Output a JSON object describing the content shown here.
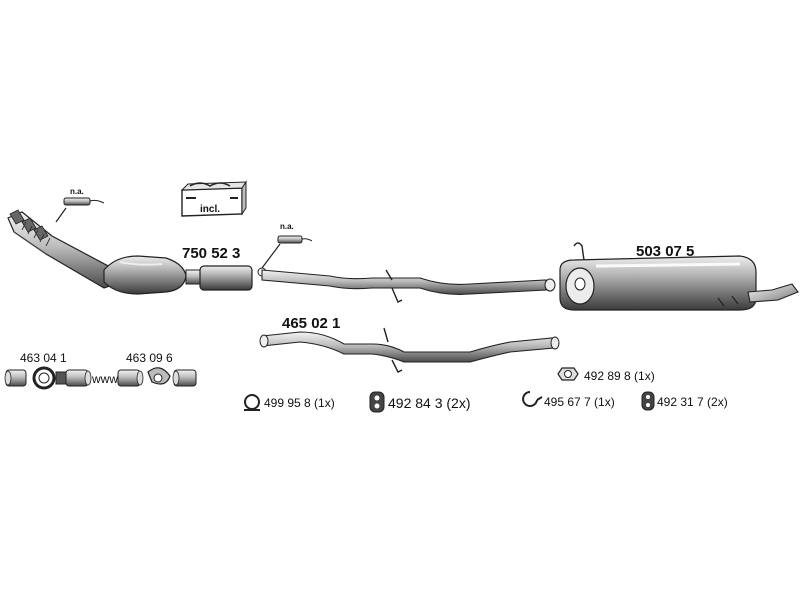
{
  "labels": {
    "na_1": "n.a.",
    "na_2": "n.a.",
    "incl": "incl.",
    "cat_part": "750 52 3",
    "front_pipe_part": "465 02 1",
    "rear_silencer_part": "503 07 5",
    "clamp_set_1": "463 04 1",
    "clamp_set_2": "463 09 6",
    "www": "www.",
    "hw_1": "499 95 8 (1x)",
    "hw_2": "492 84 3 (2x)",
    "hw_3": "492 89 8 (1x)",
    "hw_4": "495 67 7 (1x)",
    "hw_5": "492 31 7 (2x)"
  },
  "colors": {
    "line": "#222222",
    "shade_dark": "#555555",
    "shade_mid": "#8a8a8a",
    "shade_light": "#c8c8c8",
    "highlight": "#f2f2f2"
  }
}
